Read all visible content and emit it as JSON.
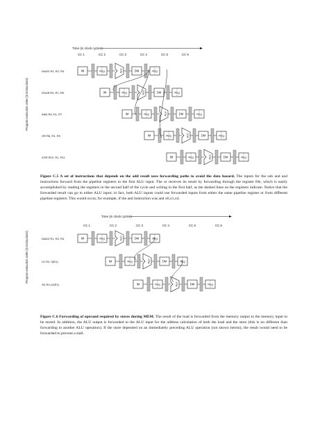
{
  "figure1": {
    "time_label": "Time (in clock cycles)",
    "side_label": "Program execution order (in instructions)",
    "cycles": [
      "CC 1",
      "CC 2",
      "CC 3",
      "CC 4",
      "CC 5",
      "CC 6"
    ],
    "instructions": [
      "DADD R1, R2, R3",
      "DSUB R4, R1, R5",
      "AND R6, R1, R7",
      "OR R8, R1, R9",
      "XOR R10, R1, R11"
    ],
    "caption_title": "Figure C.5 A set of instructions that depends on the add result uses forwarding paths to avoid the data hazard.",
    "caption_body": "The inputs for the sub and and instructions forward from the pipeline registers to the first ALU input. The or receives its result by forwarding through the register file, which is easily accomplished by reading the registers in the second half of the cycle and writing in the first half, as the dashed lines on the registers indicate. Notice that the forwarded result can go to either ALU input; in fact, both ALU inputs could use forwarded inputs from either the same pipeline register or from different pipeline registers. This would occur, for example, if the and instruction was and x6,x1,x4."
  },
  "figure2": {
    "time_label": "Time (in clock cycles)",
    "side_label": "Program execution order (in instructions)",
    "cycles": [
      "CC 1",
      "CC 2",
      "CC 3",
      "CC 4",
      "CC 5",
      "CC 6"
    ],
    "instructions": [
      "DADD R1, R2, R3",
      "LD R4, 0(R1)",
      "SD R4,12(R1)"
    ],
    "caption_title": "Figure C.6 Forwarding of operand required by stores during MEM.",
    "caption_body": "The result of the load is forwarded from the memory output to the memory input to be stored. In addition, the ALU output is forwarded to the ALU input for the address calculation of both the load and the store (this is no different than forwarding to another ALU operation). If the store depended on an immediately preceding ALU operation (not shown herein), the result would need to be forwarded to prevent a stall."
  },
  "stage_labels": {
    "im": "IM",
    "reg": "Reg",
    "alu": "ALU",
    "dm": "DM"
  }
}
